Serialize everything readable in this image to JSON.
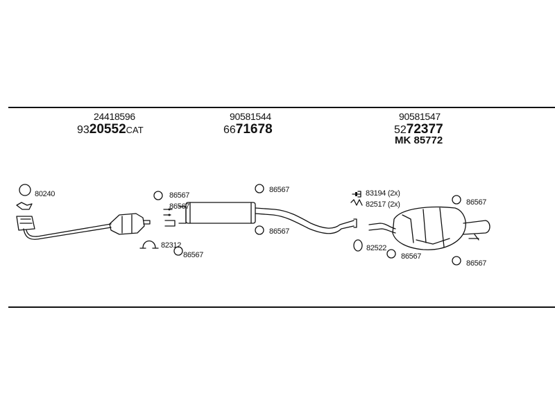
{
  "sections": [
    {
      "top_number": "24418596",
      "main_prefix": "93",
      "main_bold": "20552",
      "main_suffix": "CAT"
    },
    {
      "top_number": "90581544",
      "main_prefix": "66",
      "main_bold": "71678",
      "main_suffix": ""
    },
    {
      "top_number": "90581547",
      "main_prefix": "52",
      "main_bold": "72377",
      "main_suffix": "",
      "extra_line": "MK  85772"
    }
  ],
  "labels": {
    "l80240": "80240",
    "l86567a": "86567",
    "l82312": "82312",
    "l86567b": "86567",
    "l86567c": "86567",
    "l86567d": "86567",
    "l83194": "83194 (2x)",
    "l82517": "82517 (2x)",
    "l82522": "82522",
    "l86567e": "86567",
    "l86567f": "86567",
    "l86567g": "86567",
    "l86567h": "86567"
  },
  "colors": {
    "line": "#111111",
    "background": "#ffffff"
  }
}
